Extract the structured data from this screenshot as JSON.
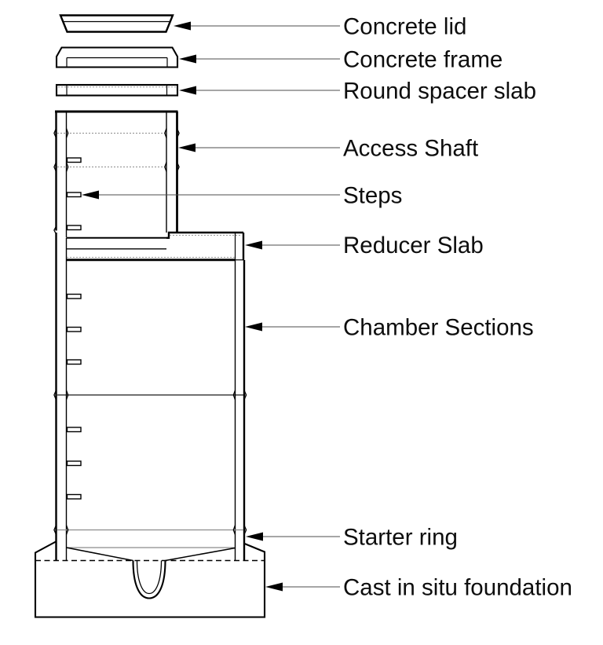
{
  "colors": {
    "line": "#000000",
    "leader_line": "#4d4d4d",
    "joint_line": "#8c8c8c",
    "fill": "#ffffff"
  },
  "labels": [
    {
      "text": "Concrete lid"
    },
    {
      "text": "Concrete frame"
    },
    {
      "text": "Round spacer slab"
    },
    {
      "text": "Access Shaft"
    },
    {
      "text": "Steps"
    },
    {
      "text": "Reducer Slab"
    },
    {
      "text": "Chamber Sections"
    },
    {
      "text": "Starter ring"
    },
    {
      "text": "Cast in situ foundation"
    }
  ]
}
